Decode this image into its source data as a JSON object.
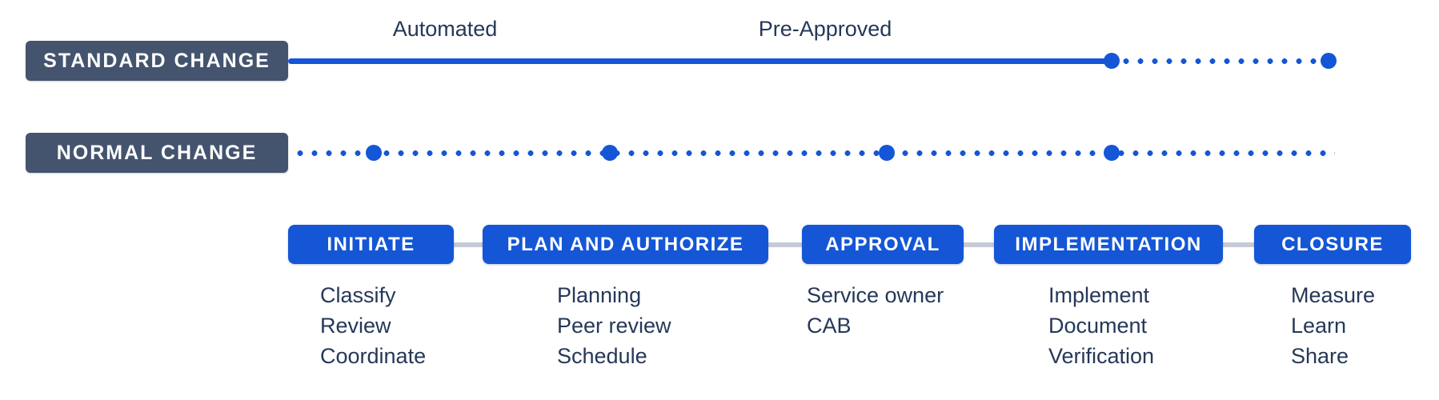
{
  "colors": {
    "accent_blue": "#1456D6",
    "slate_badge": "#44546E",
    "dark_navy_text": "#253858",
    "connector_gray": "#C5CBD6",
    "white": "#FFFFFF"
  },
  "lanes": [
    {
      "name": "standard-change",
      "label": "STANDARD CHANGE",
      "line_style": "solid then dotted",
      "annotations": [
        "Automated",
        "Pre-Approved"
      ]
    },
    {
      "name": "normal-change",
      "label": "NORMAL CHANGE",
      "line_style": "dotted with milestone dots"
    }
  ],
  "phases": [
    {
      "label": "INITIATE",
      "tasks": [
        "Classify",
        "Review",
        "Coordinate"
      ]
    },
    {
      "label": "PLAN AND AUTHORIZE",
      "tasks": [
        "Planning",
        "Peer review",
        "Schedule"
      ]
    },
    {
      "label": "APPROVAL",
      "tasks": [
        "Service owner",
        "CAB"
      ]
    },
    {
      "label": "IMPLEMENTATION",
      "tasks": [
        "Implement",
        "Document",
        "Verification"
      ]
    },
    {
      "label": "CLOSURE",
      "tasks": [
        "Measure",
        "Learn",
        "Share"
      ]
    }
  ]
}
